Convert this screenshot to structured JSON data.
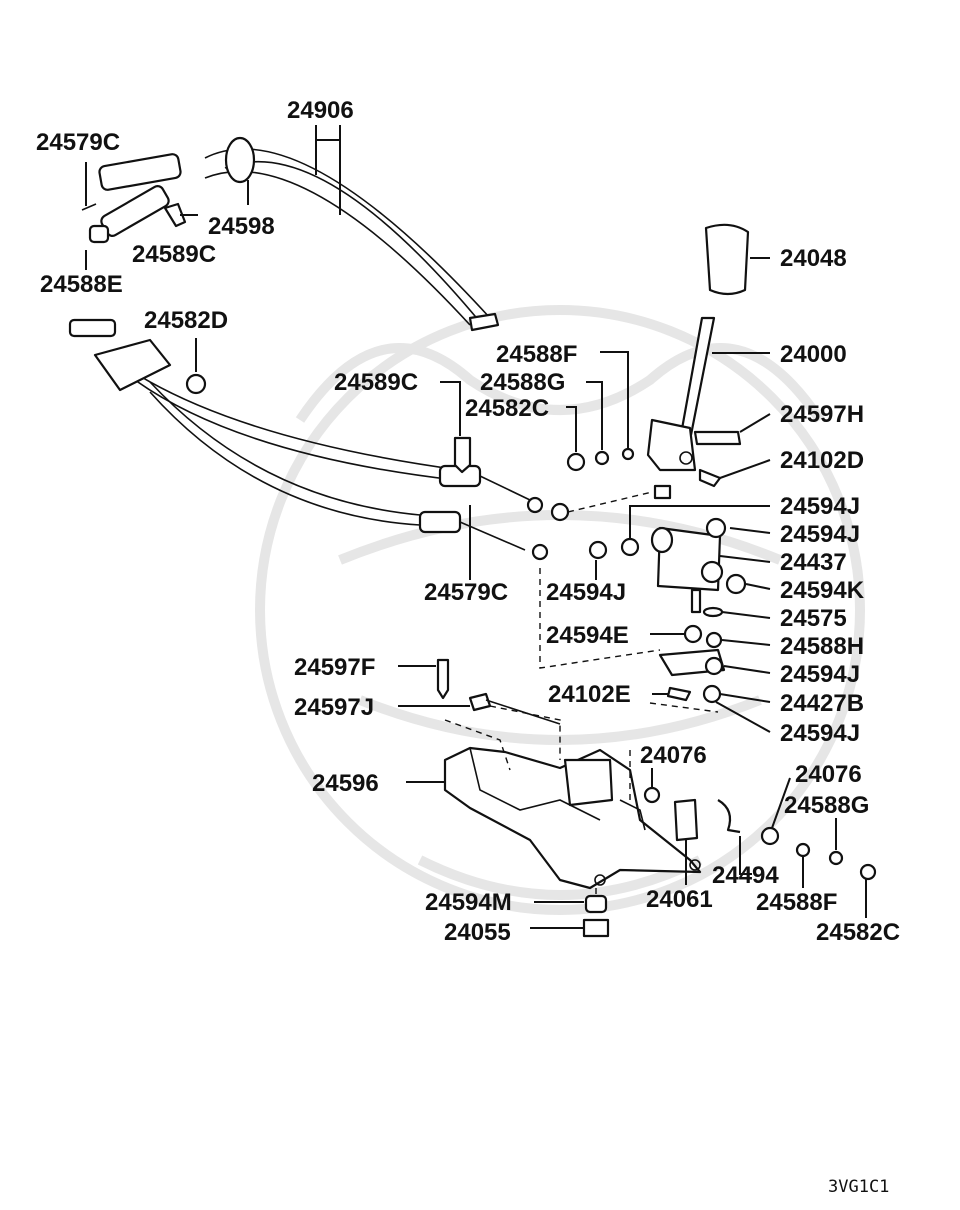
{
  "diagram": {
    "code": "3VG1C1",
    "labels": [
      "24906",
      "24579C",
      "24598",
      "24589C",
      "24588E",
      "24048",
      "24582D",
      "24588F",
      "24000",
      "24589C",
      "24588G",
      "24582C",
      "24597H",
      "24102D",
      "24594J",
      "24594J",
      "24437",
      "24579C",
      "24594J",
      "24594K",
      "24575",
      "24594E",
      "24588H",
      "24594J",
      "24597F",
      "24102E",
      "24427B",
      "24597J",
      "24594J",
      "24076",
      "24596",
      "24076",
      "24588G",
      "24494",
      "24061",
      "24588F",
      "24594M",
      "24582C",
      "24055"
    ]
  }
}
